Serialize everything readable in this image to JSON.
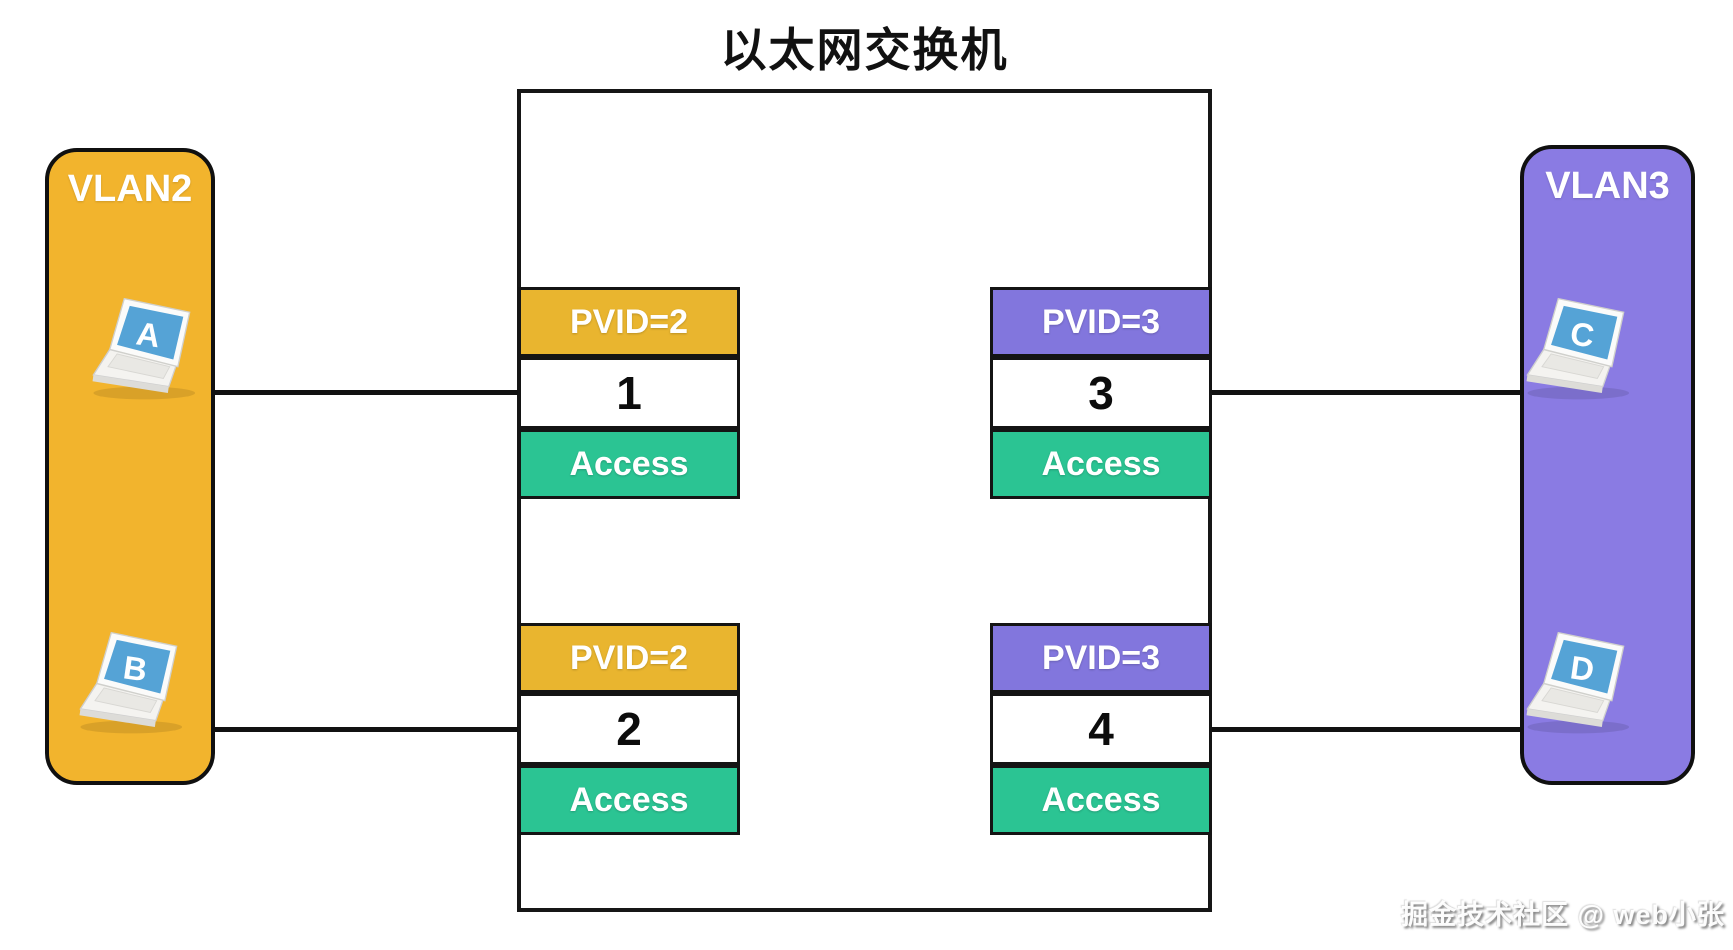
{
  "title": "以太网交换机",
  "watermark": "掘金技术社区 @ web小张",
  "colors": {
    "vlan2_fill": "#F2B42D",
    "vlan3_fill": "#8A7BE3",
    "pvid2_fill": "#E9B52F",
    "pvid3_fill": "#8276DD",
    "access_fill": "#2BC493",
    "line_color": "#111111",
    "laptop_screen_blue": "#55A3D6"
  },
  "vlans": {
    "left": {
      "label": "VLAN2",
      "hosts": {
        "top": {
          "letter": "A"
        },
        "bottom": {
          "letter": "B"
        }
      }
    },
    "right": {
      "label": "VLAN3",
      "hosts": {
        "top": {
          "letter": "C"
        },
        "bottom": {
          "letter": "D"
        }
      }
    }
  },
  "ports": [
    {
      "pvid": "PVID=2",
      "number": "1",
      "mode": "Access",
      "pvid_color": "#E9B52F",
      "mode_color": "#2BC493"
    },
    {
      "pvid": "PVID=2",
      "number": "2",
      "mode": "Access",
      "pvid_color": "#E9B52F",
      "mode_color": "#2BC493"
    },
    {
      "pvid": "PVID=3",
      "number": "3",
      "mode": "Access",
      "pvid_color": "#8276DD",
      "mode_color": "#2BC493"
    },
    {
      "pvid": "PVID=3",
      "number": "4",
      "mode": "Access",
      "pvid_color": "#8276DD",
      "mode_color": "#2BC493"
    }
  ]
}
